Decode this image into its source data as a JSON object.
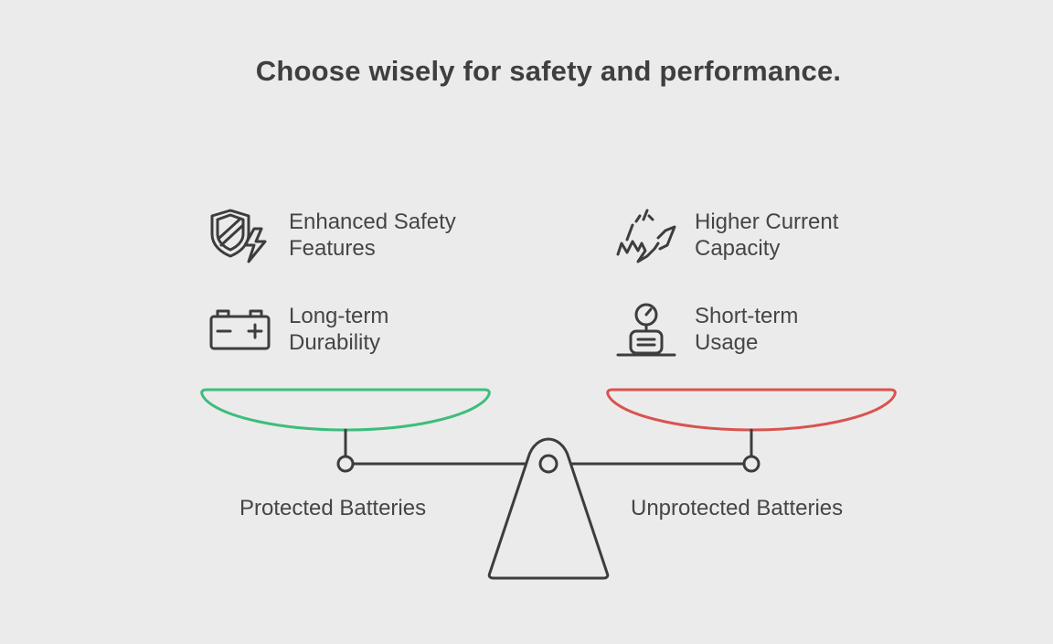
{
  "title": "Choose wisely for safety and performance.",
  "left": {
    "label": "Protected Batteries",
    "color": "#3dbd7d",
    "features": [
      {
        "icon": "shield-lightning-icon",
        "line1": "Enhanced Safety",
        "line2": "Features"
      },
      {
        "icon": "battery-icon",
        "line1": "Long-term",
        "line2": "Durability"
      }
    ]
  },
  "right": {
    "label": "Unprotected Batteries",
    "color": "#d9534f",
    "features": [
      {
        "icon": "spark-burst-icon",
        "line1": "Higher Current",
        "line2": "Capacity"
      },
      {
        "icon": "timer-device-icon",
        "line1": "Short-term",
        "line2": "Usage"
      }
    ]
  },
  "colors": {
    "background": "#ebebeb",
    "stroke": "#3d3d3d"
  }
}
